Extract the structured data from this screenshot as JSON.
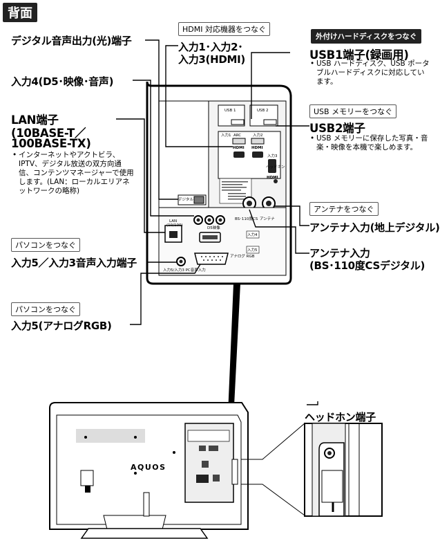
{
  "section_title": "背面",
  "tags": {
    "hdmi_connect": "HDMI 対応機器をつなぐ",
    "external_hdd": "外付けハードディスクをつなぐ",
    "usb_memory": "USB メモリーをつなぐ",
    "antenna": "アンテナをつなぐ",
    "pc1": "パソコンをつなぐ",
    "pc2": "パソコンをつなぐ"
  },
  "labels": {
    "digital_audio_out": "デジタル音声出力(光)端子",
    "hdmi_inputs_line1": "入力1･入力2･",
    "hdmi_inputs_line2": "入力3(HDMI)",
    "input4": "入力4(D5･映像･音声)",
    "lan_line1": "LAN端子",
    "lan_line2": "(10BASE-T／",
    "lan_line3": "100BASE-TX)",
    "usb1": "USB1端子(録画用)",
    "usb2": "USB2端子",
    "antenna_terrestrial": "アンテナ入力(地上デジタル)",
    "antenna_bs_line1": "アンテナ入力",
    "antenna_bs_line2": "(BS･110度CSデジタル)",
    "input5_audio": "入力5／入力3音声入力端子",
    "input5_rgb": "入力5(アナログRGB)",
    "headphone": "ヘッドホン端子"
  },
  "notes": {
    "lan": "インターネットやアクトビラ、IPTV、デジタル放送の双方向通信、コンテンツマネージャーで使用します。(LAN：ローカルエリアネットワークの略称)",
    "usb1": "USB ハードディスク、USB ポータブルハードディスクに対応しています。",
    "usb2": "USB メモリーに保存した写真・音楽・映像を本機で楽しめます。"
  },
  "panel": {
    "usb1": "USB 1",
    "usb2": "USB 2",
    "arc": "ARC",
    "hdmi": "HDMI",
    "in1": "入力1",
    "in2": "入力2",
    "in3": "入力3",
    "digital": "デジタル",
    "lan": "LAN",
    "lan_speed": "(10/100)",
    "headphone_label": "ヘッドホン",
    "antenna_terr": "アンテナ",
    "antenna_bs": "BS･110度CS",
    "d5_label": "D5映像",
    "in4": "入力4",
    "in5": "入力5",
    "analog_rgb": "アナログ RGB",
    "pc_audio": "入力5/入力3 PC音声入力"
  },
  "tv": {
    "brand": "AQUOS"
  },
  "colors": {
    "ink": "#000000",
    "panel_gray": "#d9d9d9",
    "dark_tag": "#222222"
  }
}
